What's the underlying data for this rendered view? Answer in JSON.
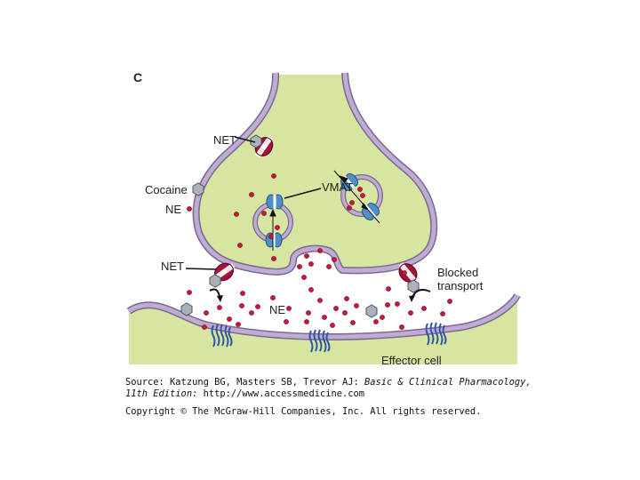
{
  "figure": {
    "panel_letter": "C",
    "labels": {
      "net_top": "NET",
      "legend_cocaine": "Cocaine",
      "legend_ne": "NE",
      "vmat": "VMAT",
      "net_left": "NET",
      "blocked_line1": "Blocked",
      "blocked_line2": "transport",
      "ne_cleft": "NE",
      "effector_cell": "Effector cell"
    },
    "colors": {
      "cell_fill": "#d6e6a0",
      "membrane": "#b8a4cc",
      "membrane_outline": "#7a6891",
      "ne_dot": "#c8193c",
      "cocaine": "#9aa3ad",
      "net": "#a3123a",
      "vmat": "#4f8fc8",
      "receptor": "#2f55a4"
    },
    "icons": [
      "net-transporter-icon",
      "cocaine-molecule-icon",
      "vmat-transporter-icon",
      "receptor-icon"
    ]
  },
  "caption": {
    "source_prefix": "Source: Katzung BG, Masters SB, Trevor AJ: ",
    "source_title_1": "Basic & Clinical Pharmacology,",
    "source_title_2": "11th Edition:",
    "source_url": " http://www.accessmedicine.com",
    "copyright": "Copyright © The McGraw-Hill Companies, Inc. All rights reserved."
  }
}
